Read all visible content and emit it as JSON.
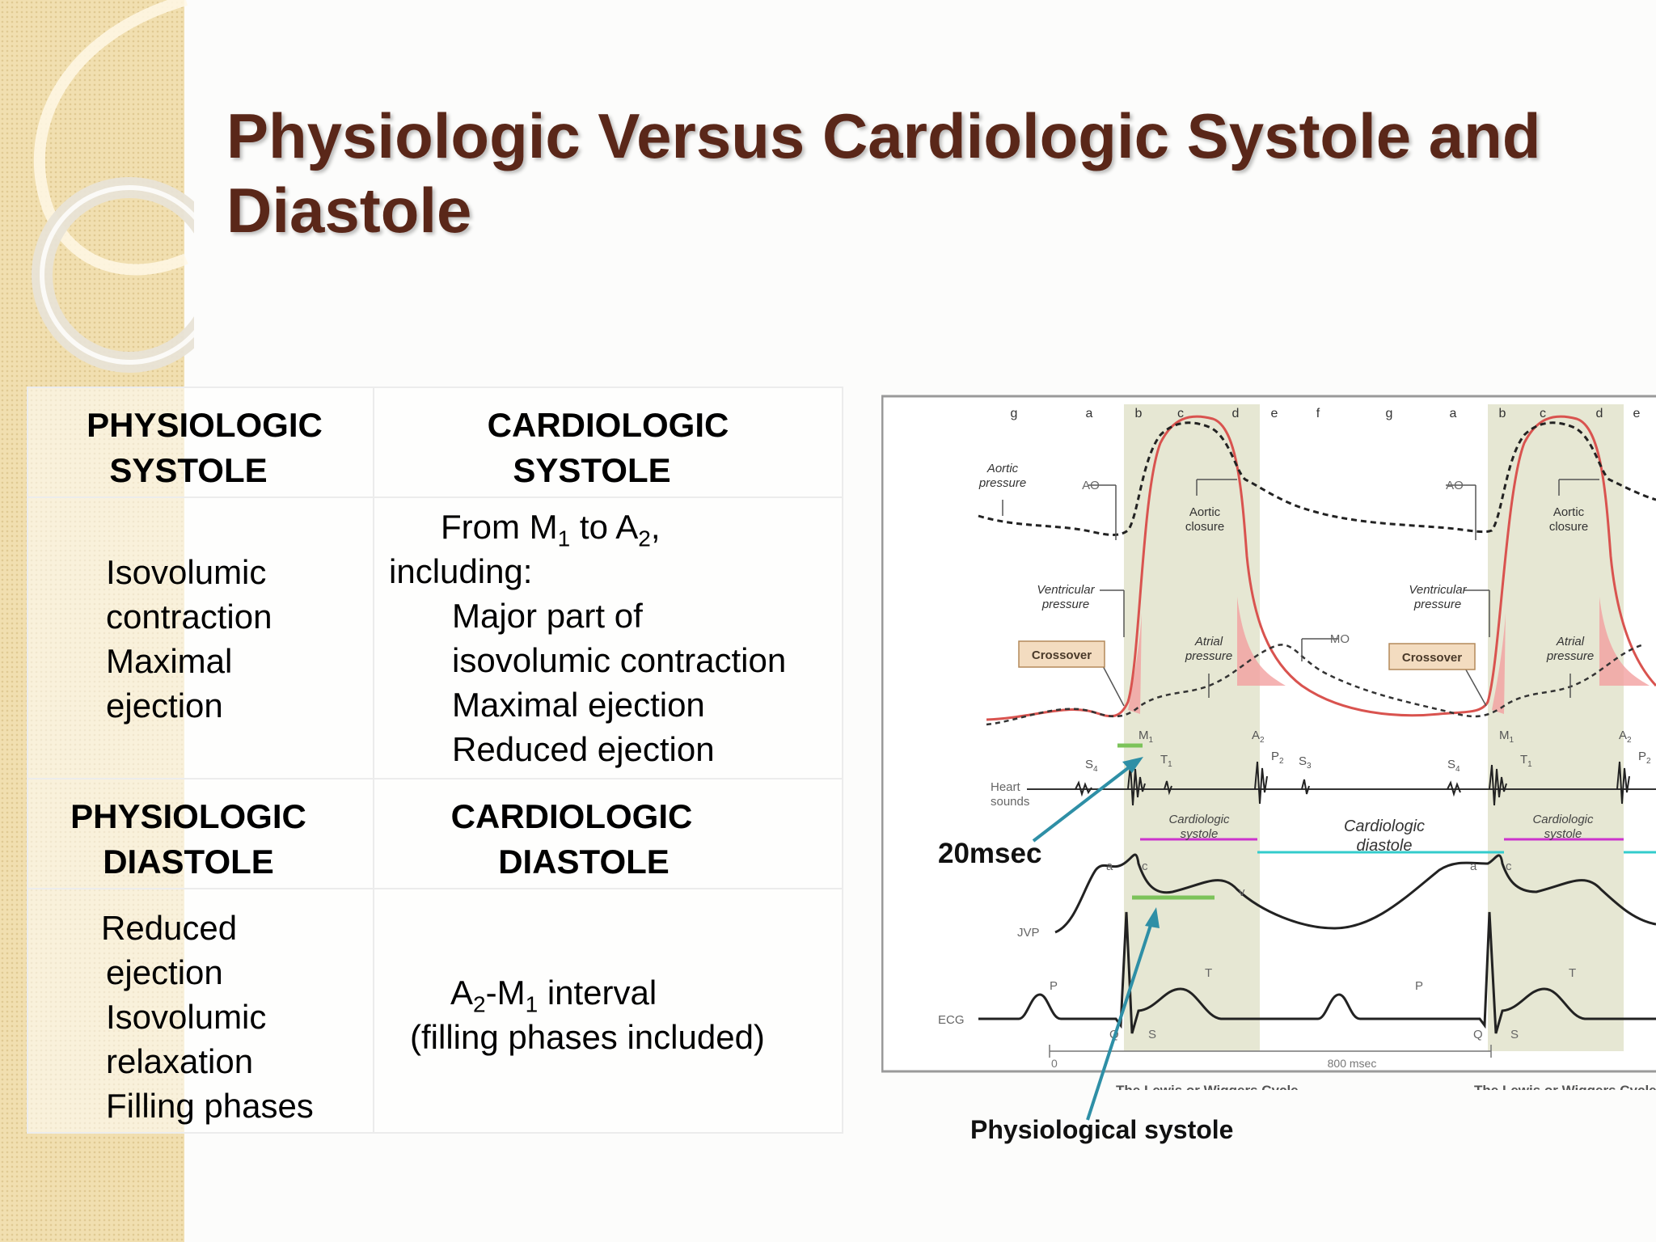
{
  "title": "Physiologic Versus Cardiologic Systole and Diastole",
  "table": {
    "header1": {
      "left": [
        "PHYSIOLOGIC",
        "SYSTOLE"
      ],
      "right": [
        "CARDIOLOGIC",
        "SYSTOLE"
      ]
    },
    "row1": {
      "left": [
        "Isovolumic",
        "contraction",
        "Maximal",
        "ejection"
      ],
      "right_intro": [
        "From M",
        "1",
        " to A",
        "2",
        ","
      ],
      "right_lines": [
        "including:",
        "Major part of",
        "isovolumic contraction",
        "Maximal ejection",
        "Reduced ejection"
      ]
    },
    "header2": {
      "left": [
        "PHYSIOLOGIC",
        "DIASTOLE"
      ],
      "right": [
        "CARDIOLOGIC",
        "DIASTOLE"
      ]
    },
    "row2": {
      "left": [
        "Reduced",
        "ejection",
        "Isovolumic",
        "relaxation",
        "Filling phases"
      ],
      "right_interval": [
        "A",
        "2",
        "-M",
        "1",
        " interval"
      ],
      "right_note": "(filling phases included)"
    }
  },
  "diagram": {
    "phase_letters": [
      "g",
      "a",
      "b",
      "c",
      "d",
      "e",
      "f",
      "g",
      "a",
      "b",
      "c",
      "d",
      "e"
    ],
    "labels": {
      "aortic_pressure": [
        "Aortic",
        "pressure"
      ],
      "ao": "AO",
      "aortic_closure": [
        "Aortic",
        "closure"
      ],
      "ventricular_pressure": [
        "Ventricular",
        "pressure"
      ],
      "crossover": "Crossover",
      "atrial_pressure": [
        "Atrial",
        "pressure"
      ],
      "mo": "MO",
      "m1": "M",
      "m1_sub": "1",
      "t1": "T",
      "t1_sub": "1",
      "a2": "A",
      "a2_sub": "2",
      "p2": "P",
      "p2_sub": "2",
      "s3": "S",
      "s3_sub": "3",
      "s4": "S",
      "s4_sub": "4",
      "heart_sounds": [
        "Heart",
        "sounds"
      ],
      "cardiologic_systole": [
        "Cardiologic",
        "systole"
      ],
      "cardiologic_diastole": [
        "Cardiologic",
        "diastole"
      ],
      "jvp": "JVP",
      "jvp_a": "a",
      "jvp_c": "c",
      "jvp_v": "v",
      "ecg": "ECG",
      "ecg_p": "P",
      "ecg_q": "Q",
      "ecg_s": "S",
      "ecg_t": "T",
      "time_zero": "0",
      "time_800": "800 msec",
      "caption": "The Lewis or Wiggers Cycle"
    }
  },
  "annotations": {
    "msec20": "20msec",
    "physiological_systole": "Physiological systole"
  }
}
